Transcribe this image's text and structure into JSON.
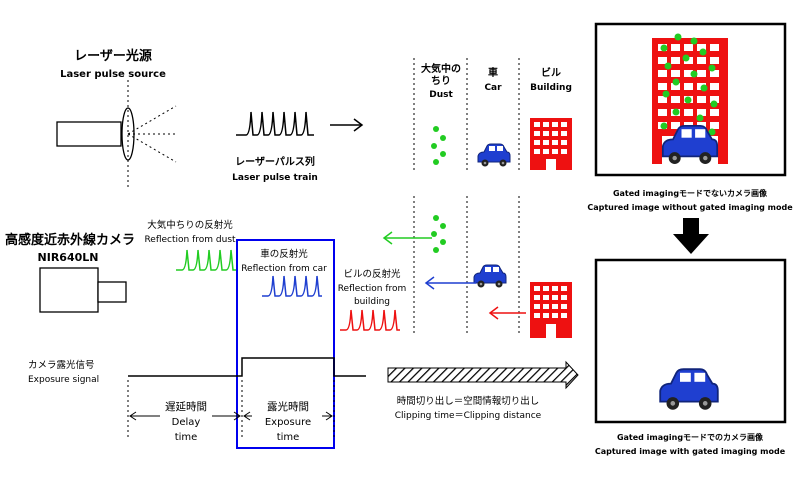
{
  "laser": {
    "title_ja": "レーザー光源",
    "title_en": "Laser pulse source",
    "train_ja": "レーザーパルス列",
    "train_en": "Laser pulse train"
  },
  "camera": {
    "title_ja": "高感度近赤外線カメラ",
    "model": "NIR640LN"
  },
  "targets": {
    "dust_ja_1": "大気中の",
    "dust_ja_2": "ちり",
    "dust_en": "Dust",
    "car_ja": "車",
    "car_en": "Car",
    "building_ja": "ビル",
    "building_en": "Building"
  },
  "reflections": {
    "dust_ja": "大気中ちりの反射光",
    "dust_en": "Reflection from dust",
    "car_ja": "車の反射光",
    "car_en": "Reflection from car",
    "building_ja": "ビルの反射光",
    "building_en_1": "Reflection from",
    "building_en_2": "building"
  },
  "exposure": {
    "signal_ja": "カメラ露光信号",
    "signal_en": "Exposure signal",
    "delay_ja": "遅延時間",
    "delay_en_1": "Delay",
    "delay_en_2": "time",
    "exp_ja": "露光時間",
    "exp_en_1": "Exposure",
    "exp_en_2": "time"
  },
  "clipping": {
    "ja": "時間切り出し＝空間情報切り出し",
    "en": "Clipping time＝Clipping distance"
  },
  "captions": {
    "top_ja": "Gated imagingモードでないカメラ画像",
    "top_en": "Captured  image without gated imaging mode",
    "bottom_ja": "Gated imagingモードでのカメラ画像",
    "bottom_en": "Captured  image with gated imaging mode"
  },
  "colors": {
    "dust": "#22cc22",
    "car": "#1f3fd0",
    "building": "#ee1111",
    "frame": "#0000ee"
  }
}
